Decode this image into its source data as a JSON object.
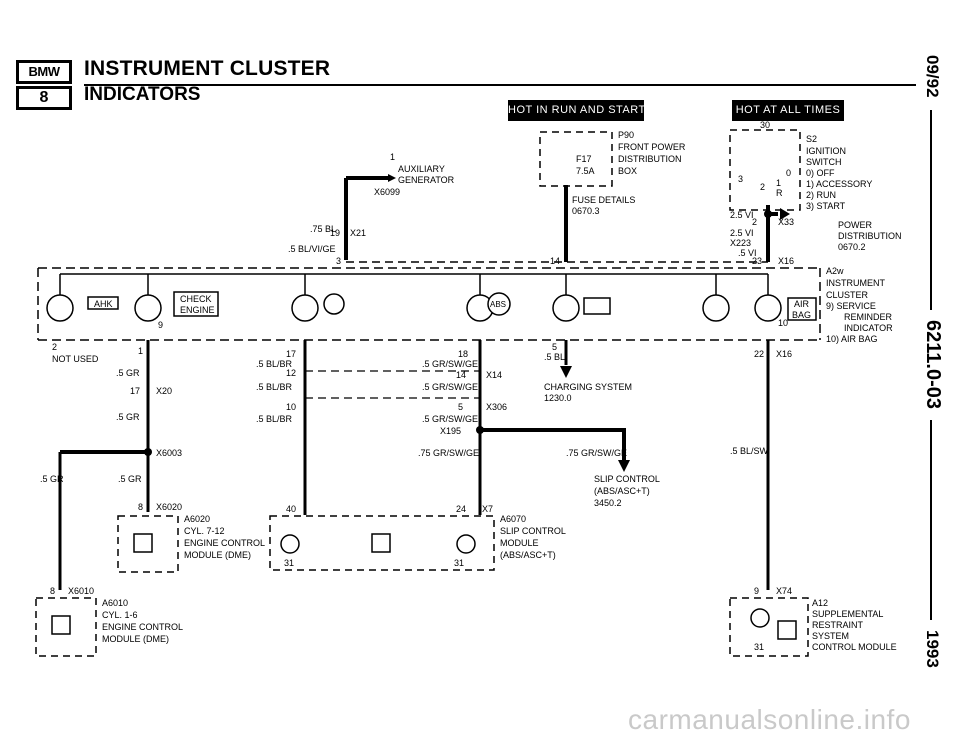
{
  "header": {
    "logo_top": "BMW",
    "logo_bottom": "8",
    "title": "INSTRUMENT CLUSTER",
    "subtitle": "INDICATORS",
    "hot_in_run": "HOT IN RUN AND START",
    "hot_at_all": "HOT AT ALL TIMES"
  },
  "side": {
    "date": "09/92",
    "doc": "6211.0-03",
    "year": "1993"
  },
  "watermark": "carmanualsonline.info",
  "components": {
    "aux_gen": [
      "AUXILIARY",
      "GENERATOR"
    ],
    "aux_pin": "1",
    "aux_conn": "X6099",
    "p90": [
      "P90",
      "FRONT POWER",
      "DISTRIBUTION",
      "BOX"
    ],
    "fuse_id": "F17",
    "fuse_amp": "7.5A",
    "fuse_details": [
      "FUSE DETAILS",
      "0670.3"
    ],
    "s2": [
      "S2",
      "IGNITION",
      "SWITCH",
      "0)  OFF",
      "1)  ACCESSORY",
      "2)  RUN",
      "3)  START"
    ],
    "s2_pin": "30",
    "s2_pos": [
      "0",
      "3",
      "2",
      "1",
      "R"
    ],
    "power_dist": [
      "POWER",
      "DISTRIBUTION",
      "0670.2"
    ],
    "a2w": [
      "A2w",
      "INSTRUMENT",
      "CLUSTER",
      "9)  SERVICE",
      "REMINDER",
      "INDICATOR",
      "10) AIR BAG"
    ],
    "indicators": [
      "AHK",
      "CHECK",
      "ENGINE",
      "ABS",
      "AIR",
      "BAG"
    ],
    "charging": [
      "CHARGING SYSTEM",
      "1230.0"
    ],
    "slip": [
      "SLIP CONTROL",
      "(ABS/ASC+T)",
      "3450.2"
    ],
    "a6020": [
      "A6020",
      "CYL. 7-12",
      "ENGINE CONTROL",
      "MODULE (DME)"
    ],
    "a6010": [
      "A6010",
      "CYL. 1-6",
      "ENGINE CONTROL",
      "MODULE (DME)"
    ],
    "a6070": [
      "A6070",
      "SLIP CONTROL",
      "MODULE",
      "(ABS/ASC+T)"
    ],
    "a12": [
      "A12",
      "SUPPLEMENTAL",
      "RESTRAINT",
      "SYSTEM",
      "CONTROL MODULE"
    ],
    "not_used": [
      "2",
      "NOT USED"
    ]
  },
  "wires": {
    "w_75bl": ".75 BL",
    "w_5blvige": ".5 BL/VI/GE",
    "w_5gr_a": ".5 GR",
    "w_5gr_b": ".5 GR",
    "w_5gr_c": ".5 GR",
    "w_5gr_d": ".5 GR",
    "w_5blbr_a": ".5 BL/BR",
    "w_5blbr_b": ".5 BL/BR",
    "w_5blbr_c": ".5 BL/BR",
    "w_5grswge_a": ".5 GR/SW/GE",
    "w_5grswge_b": ".5 GR/SW/GE",
    "w_5grswge_c": ".5 GR/SW/GE",
    "w_75grswge_a": ".75 GR/SW/GE",
    "w_75grswge_b": ".75 GR/SW/GE",
    "w_5bl": ".5 BL",
    "w_25vi_a": "2.5 VI",
    "w_25vi_b": "2.5 VI",
    "w_5vi": ".5 VI",
    "w_5blsw": ".5 BL/SW"
  },
  "connectors": {
    "x21": "X21",
    "x20": "X20",
    "x14": "X14",
    "x306": "X306",
    "x195": "X195",
    "x6003": "X6003",
    "x6020": "X6020",
    "x6010": "X6010",
    "x7": "X7",
    "x16_a": "X16",
    "x16_b": "X16",
    "x33": "X33",
    "x223": "X223",
    "x74": "X74"
  },
  "pins": {
    "p19": "19",
    "p3": "3",
    "p14": "14",
    "p23": "23",
    "p1": "1",
    "p17a": "17",
    "p17b": "17",
    "p12": "12",
    "p18": "18",
    "p14b": "14",
    "p10": "10",
    "p5a": "5",
    "p5b": "5",
    "p8a": "8",
    "p8b": "8",
    "p40": "40",
    "p24": "24",
    "p31a": "31",
    "p31b": "31",
    "p31c": "31",
    "p22": "22",
    "p9a": "9",
    "p9b": "9",
    "p10b": "10",
    "p2": "2"
  }
}
